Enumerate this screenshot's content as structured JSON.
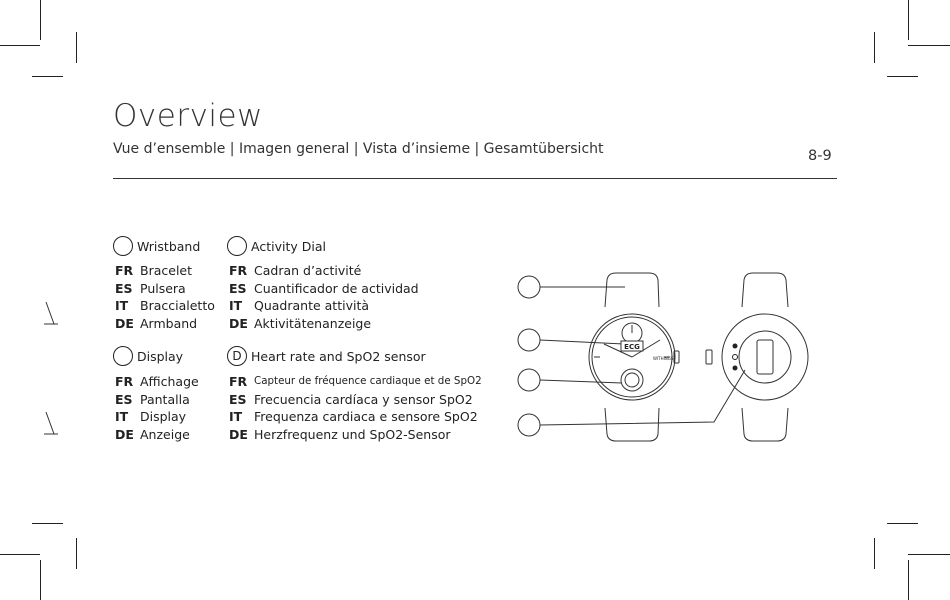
{
  "header": {
    "title": "Overview",
    "subtitle": "Vue d’ensemble | Imagen general | Vista d’insieme | Gesamtübersicht",
    "page_number": "8-9"
  },
  "sections": {
    "wristband": {
      "marker": "",
      "heading": "Wristband",
      "rows": [
        {
          "code": "FR",
          "text": "Bracelet"
        },
        {
          "code": "ES",
          "text": "Pulsera"
        },
        {
          "code": "IT",
          "text": "Braccialetto"
        },
        {
          "code": "DE",
          "text": "Armband"
        }
      ]
    },
    "activity_dial": {
      "marker": "",
      "heading": "Activity Dial",
      "rows": [
        {
          "code": "FR",
          "text": "Cadran d’activité"
        },
        {
          "code": "ES",
          "text": "Cuantificador de actividad"
        },
        {
          "code": "IT",
          "text": "Quadrante attività"
        },
        {
          "code": "DE",
          "text": "Aktivitätenanzeige"
        }
      ]
    },
    "display": {
      "marker": "",
      "heading": "Display",
      "rows": [
        {
          "code": "FR",
          "text": "Affichage"
        },
        {
          "code": "ES",
          "text": "Pantalla"
        },
        {
          "code": "IT",
          "text": "Display"
        },
        {
          "code": "DE",
          "text": "Anzeige"
        }
      ]
    },
    "heart_rate": {
      "marker": "D",
      "heading": "Heart rate and SpO2 sensor",
      "rows": [
        {
          "code": "FR",
          "text": "Capteur de fréquence cardiaque et de SpO2"
        },
        {
          "code": "ES",
          "text": "Frecuencia cardíaca y sensor SpO2"
        },
        {
          "code": "IT",
          "text": "Frequenza cardiaca e sensore SpO2"
        },
        {
          "code": "DE",
          "text": "Herzfrequenz und SpO2-Sensor"
        }
      ]
    }
  },
  "illustration": {
    "display_text": "ECG",
    "brand_text": "WITHINGS"
  }
}
